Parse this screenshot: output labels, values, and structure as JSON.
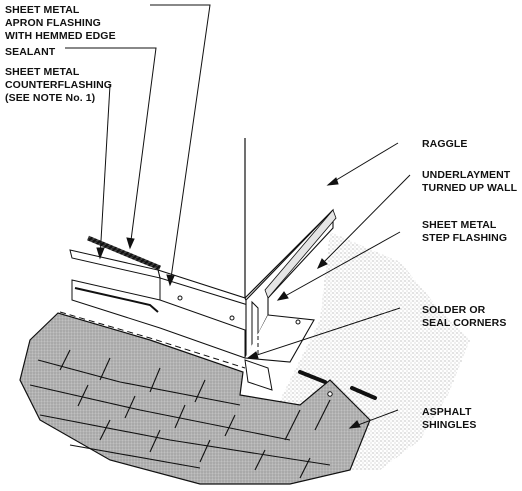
{
  "labels": {
    "apron_line1": "SHEET METAL",
    "apron_line2": "APRON FLASHING",
    "apron_line3": "WITH HEMMED EDGE",
    "sealant": "SEALANT",
    "counter_line1": "SHEET METAL",
    "counter_line2": "COUNTERFLASHING",
    "counter_line3": "(SEE NOTE No. 1)",
    "raggle": "RAGGLE",
    "underlayment_line1": "UNDERLAYMENT",
    "underlayment_line2": "TURNED UP WALL",
    "step_line1": "SHEET METAL",
    "step_line2": "STEP FLASHING",
    "solder_line1": "SOLDER OR",
    "solder_line2": "SEAL CORNERS",
    "asphalt_line1": "ASPHALT",
    "asphalt_line2": "SHINGLES"
  },
  "colors": {
    "ink": "#111111",
    "shingle": "#a9a9a9",
    "shingle_light": "#cfcfcf",
    "stipple": "#8a8a8a"
  }
}
